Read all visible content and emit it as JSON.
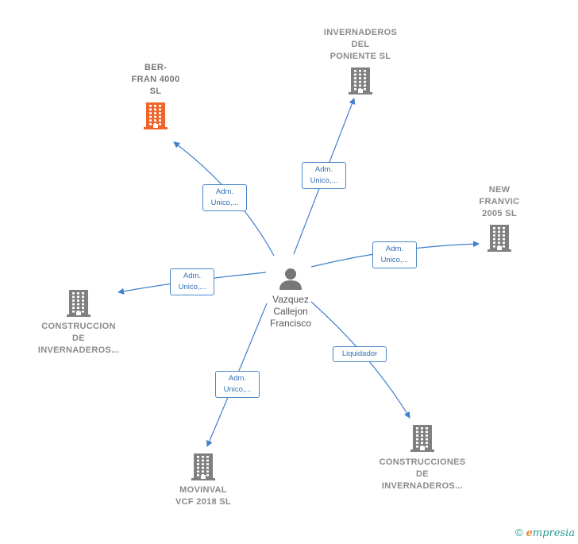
{
  "colors": {
    "edge": "#3f7fcb",
    "building_gray": "#808080",
    "building_main": "#f0662a",
    "person": "#777777"
  },
  "person": {
    "name": "Vazquez\nCallejon\nFrancisco"
  },
  "companies": [
    {
      "id": "berfran",
      "label": "BER-\nFRAN 4000\nSL",
      "main": true
    },
    {
      "id": "poniente",
      "label": "INVERNADEROS\nDEL\nPONIENTE  SL",
      "main": false
    },
    {
      "id": "franvic",
      "label": "NEW\nFRANVIC\n2005 SL",
      "main": false
    },
    {
      "id": "construccion",
      "label": "CONSTRUCCION\nDE\nINVERNADEROS...",
      "main": false
    },
    {
      "id": "movinval",
      "label": "MOVINVAL\nVCF 2018  SL",
      "main": false
    },
    {
      "id": "construcciones",
      "label": "CONSTRUCCIONES\nDE\nINVERNADEROS...",
      "main": false
    }
  ],
  "edges": [
    {
      "to": "berfran",
      "label": "Adm.\nUnico,..."
    },
    {
      "to": "poniente",
      "label": "Adm.\nUnico,..."
    },
    {
      "to": "franvic",
      "label": "Adm.\nUnico,..."
    },
    {
      "to": "construccion",
      "label": "Adm.\nUnico,..."
    },
    {
      "to": "movinval",
      "label": "Adm.\nUnico,..."
    },
    {
      "to": "construcciones",
      "label": "Liquidador"
    }
  ],
  "brand": {
    "copyright": "©",
    "e": "e",
    "rest": "mpresia"
  }
}
